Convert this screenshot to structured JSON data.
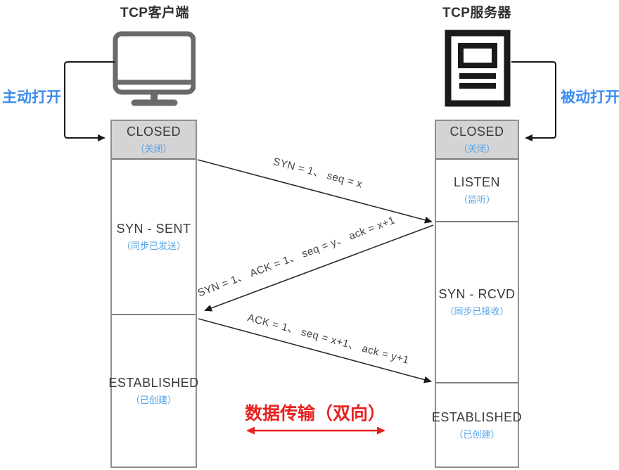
{
  "client": {
    "title": "TCP客户端",
    "open_label": "主动打开",
    "icon": "monitor-icon",
    "states": [
      {
        "name": "CLOSED",
        "sub": "（关闭）"
      },
      {
        "name": "SYN - SENT",
        "sub": "（同步已发送）"
      },
      {
        "name": "ESTABLISHED",
        "sub": "（已创建）"
      }
    ]
  },
  "server": {
    "title": "TCP服务器",
    "open_label": "被动打开",
    "icon": "document-icon",
    "states": [
      {
        "name": "CLOSED",
        "sub": "（关闭）"
      },
      {
        "name": "LISTEN",
        "sub": "（监听）"
      },
      {
        "name": "SYN - RCVD",
        "sub": "（同步已接收）"
      },
      {
        "name": "ESTABLISHED",
        "sub": "（已创建）"
      }
    ]
  },
  "messages": [
    {
      "label": "SYN = 1、 seq = x",
      "direction": "client-to-server"
    },
    {
      "label": "SYN = 1、 ACK = 1、 seq = y、 ack = x+1",
      "direction": "server-to-client"
    },
    {
      "label": "ACK = 1、 seq = x+1、 ack = y+1",
      "direction": "client-to-server"
    }
  ],
  "data_transfer": {
    "label": "数据传输（双向）"
  },
  "colors": {
    "accent_blue": "#3b8cf0",
    "subtitle_blue": "#54a3ea",
    "red": "#e8221f",
    "closed_box_gray": "#d4d4d4",
    "border_gray": "#8f8f8f",
    "monitor_icon_gray": "#6a6a6a",
    "document_icon_black": "#1a1a1a",
    "arrow_black": "#2b2b2b"
  }
}
